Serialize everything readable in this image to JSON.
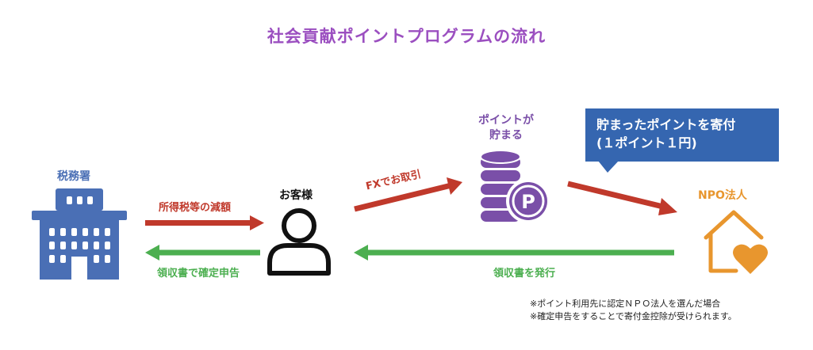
{
  "title": "社会貢献ポイントプログラムの流れ",
  "nodes": {
    "tax_office": "税務署",
    "customer": "お客様",
    "points_line1": "ポイントが",
    "points_line2": "貯まる",
    "npo": "NPO法人",
    "coin_symbol": "P"
  },
  "arrows": {
    "tax_reduction": "所得税等の減額",
    "receipt_filing": "領収書で確定申告",
    "fx_trade": "FXでお取引",
    "issue_receipt": "領収書を発行"
  },
  "callout": {
    "line1": "貯まったポイントを寄付",
    "line2": "(１ポイント１円)"
  },
  "notes": {
    "line1": "※ポイント利用先に認定ＮＰＯ法人を選んだ場合",
    "line2": "※確定申告をすることで寄付金控除が受けられます。"
  },
  "colors": {
    "title": "#9b4fc0",
    "building": "#4a6fb5",
    "arrow_red": "#c0392b",
    "arrow_green": "#4caf50",
    "coins": "#7a4fa8",
    "npo": "#e8962e",
    "callout": "#3566b0"
  },
  "icons": {
    "tax_office": "office-building-icon",
    "customer": "person-icon",
    "points": "coin-stack-icon",
    "npo": "house-heart-icon"
  }
}
